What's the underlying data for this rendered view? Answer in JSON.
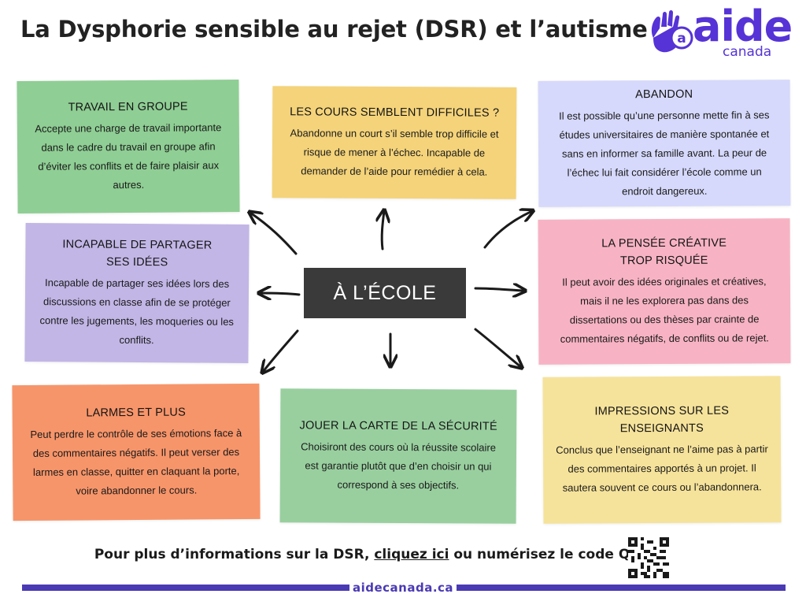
{
  "title": "La Dysphorie sensible au rejet (DSR) et l’autisme",
  "logo": {
    "word": "aide",
    "sub": "canada",
    "badge": "a"
  },
  "center_label": "À L’ÉCOLE",
  "cards": [
    {
      "heading": "TRAVAIL EN GROUPE",
      "body": "Accepte une charge de travail importante dans le cadre du travail en groupe afin d’éviter les conflits et de faire plaisir aux autres."
    },
    {
      "heading": "LES COURS SEMBLENT DIFFICILES ?",
      "body": "Abandonne un court s’il semble trop difficile et risque de mener à l’échec. Incapable de demander de l’aide pour remédier à cela."
    },
    {
      "heading": "ABANDON",
      "body": "Il est possible qu’une personne mette fin à ses études universitaires de manière spontanée et sans en informer sa famille avant. La peur de l’échec lui fait considérer l’école comme un endroit dangereux."
    },
    {
      "heading": "INCAPABLE DE PARTAGER\nSES IDÉES",
      "body": "Incapable de partager ses idées lors des discussions en classe afin de se protéger contre les jugements, les moqueries ou les conflits."
    },
    {
      "heading": "LA PENSÉE CRÉATIVE\nTROP RISQUÉE",
      "body": "Il peut avoir des idées originales et créatives, mais il ne les explorera pas dans des dissertations ou des thèses par crainte de commentaires négatifs, de conflits ou de rejet."
    },
    {
      "heading": "LARMES ET PLUS",
      "body": "Peut perdre le contrôle de ses émotions face à des commentaires négatifs. Il peut verser des larmes en classe, quitter en claquant la porte, voire abandonner le cours."
    },
    {
      "heading": "JOUER LA CARTE DE LA SÉCURITÉ",
      "body": "Choisiront des cours où la réussite scolaire est garantie plutôt que d’en choisir un qui correspond à ses objectifs."
    },
    {
      "heading": "IMPRESSIONS SUR LES\nENSEIGNANTS",
      "body": "Conclus que l’enseignant ne l’aime pas à partir des commentaires apportés à un projet. Il sautera souvent ce cours ou l’abandonnera."
    }
  ],
  "footer": {
    "before": "Pour plus d’informations sur la DSR, ",
    "link": "cliquez ici",
    "after": " ou numérisez le code QR.",
    "site": "aidecanada.ca"
  },
  "colors": {
    "brand": "#5533d6",
    "bar": "#4a3ab4",
    "center_box": "#3a3a3a"
  }
}
